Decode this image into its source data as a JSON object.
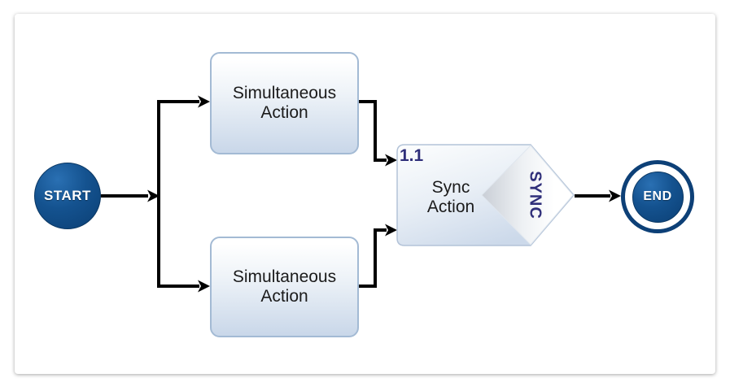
{
  "diagram": {
    "title_hint": "flowchart with parallel actions joined by a sync action",
    "start": {
      "label": "START"
    },
    "actions": [
      {
        "line1": "Simultaneous",
        "line2": "Action"
      },
      {
        "line1": "Simultaneous",
        "line2": "Action"
      }
    ],
    "sync": {
      "step": "1.1",
      "line1": "Sync",
      "line2": "Action",
      "badge": "SYNC"
    },
    "end": {
      "label": "END"
    }
  },
  "colors": {
    "terminal_blue_dark": "#0b3f74",
    "terminal_blue_light": "#2a70b3",
    "action_fill_bottom": "#c9d7e9",
    "action_border": "#a3bad4",
    "sync_text_navy": "#2f2f7a",
    "connector_black": "#000000",
    "canvas_white": "#ffffff"
  }
}
